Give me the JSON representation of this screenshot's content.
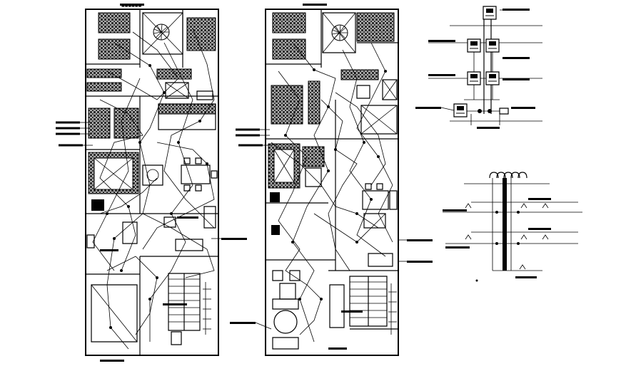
{
  "drawing": {
    "background": "#ffffff",
    "line_color": "#000000",
    "views": [
      "plan-left",
      "plan-right",
      "riser-diagram",
      "single-line-diagram"
    ]
  }
}
